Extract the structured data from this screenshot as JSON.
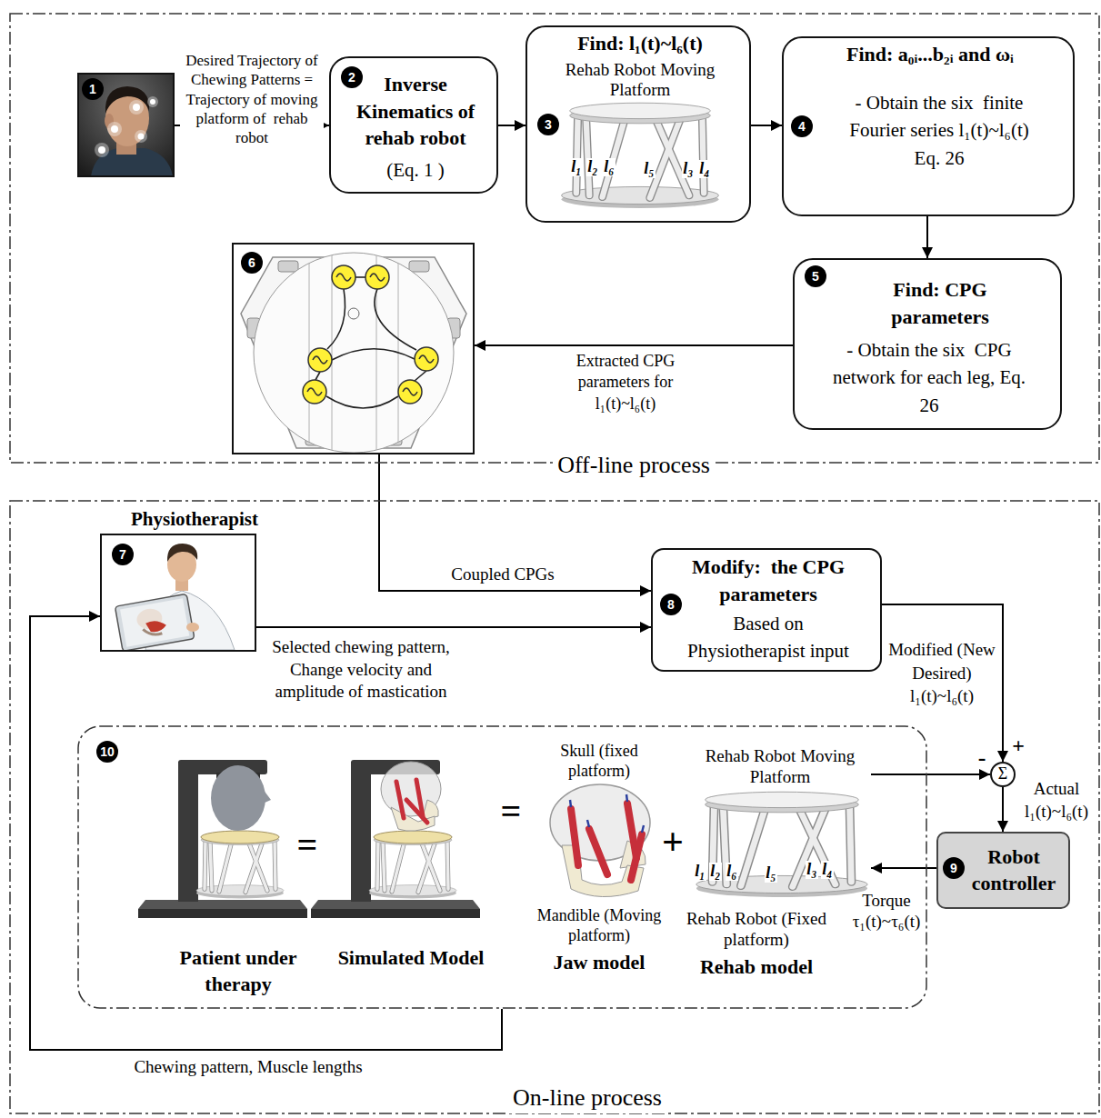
{
  "diagram": {
    "nodes": [
      {
        "text": [
          "Off-line process"
        ]
      },
      {
        "text": [
          "1"
        ],
        "in": 0
      },
      {
        "text": [
          "2",
          "Inverse Kinematics of rehab robot",
          "(Eq. 1 )"
        ],
        "in": 0
      },
      {
        "text": [
          "Find: l₁(t)~l₆(t)",
          "Rehab Robot Moving Platform",
          "3",
          "l₁",
          "l₂",
          "l₆",
          "l₅",
          "l₃",
          "l₄"
        ],
        "in": 0
      },
      {
        "text": [
          "4",
          "Find: a₀ᵢ...b₂ᵢ and ωᵢ",
          "- Obtain the six  finite Fourier series l₁(t)~l₆(t) Eq. 26"
        ],
        "in": 0
      },
      {
        "text": [
          "5",
          "Find: CPG parameters",
          "- Obtain the six  CPG network for each leg, Eq. 26"
        ],
        "in": 0
      },
      {
        "text": [
          "6"
        ],
        "in": 0
      },
      {
        "text": [
          "On-line process"
        ]
      },
      {
        "text": [
          "Physiotherapist",
          "7"
        ],
        "in": 7
      },
      {
        "text": [
          "8",
          "Modify:  the CPG parameters",
          "Based on Physiotherapist input"
        ],
        "in": 7
      },
      {
        "text": [
          "+",
          "-",
          "Σ"
        ],
        "in": 7
      },
      {
        "text": [
          "9",
          "Robot controller"
        ],
        "in": 7
      },
      {
        "text": [
          "10"
        ],
        "in": 7
      },
      {
        "text": [
          "Rehab Robot Moving Platform",
          "l₁",
          "l₂",
          "l₆",
          "l₅",
          "l₃",
          "l₄",
          "Rehab Robot (Fixed platform)",
          "Rehab model"
        ],
        "in": 12
      }
    ],
    "edges": [
      {
        "from": 1,
        "to": 2,
        "arrow": "to",
        "label": "Desired Trajectory of Chewing Patterns = Trajectory of moving platform of  rehab robot"
      },
      {
        "from": 2,
        "to": 3,
        "arrow": "to"
      },
      {
        "from": 3,
        "to": 4,
        "arrow": "to"
      },
      {
        "from": 4,
        "to": 5,
        "arrow": "to"
      },
      {
        "from": 5,
        "to": 6,
        "arrow": "to",
        "label": "Extracted CPG parameters for l₁(t)~l₆(t)"
      },
      {
        "from": 6,
        "to": 9,
        "arrow": "to",
        "label": "Coupled CPGs"
      },
      {
        "from": 8,
        "to": 9,
        "arrow": "to",
        "label": "Selected chewing pattern, Change velocity and amplitude of mastication"
      },
      {
        "from": 9,
        "to": 10,
        "arrow": "to",
        "label": "Modified (New Desired) l₁(t)~l₆(t)"
      },
      {
        "from": 13,
        "to": 10,
        "arrow": "to"
      },
      {
        "from": 10,
        "to": 11,
        "arrow": "to",
        "label": "Actual l₁(t)~l₆(t)"
      },
      {
        "from": 11,
        "to": 13,
        "arrow": "to",
        "label": "Torque τ₁(t)~τ₆(t)"
      },
      {
        "from": 12,
        "to": 8,
        "arrow": "to",
        "label": "Chewing pattern, Muscle lengths"
      }
    ],
    "labels": [
      "Patient under therapy",
      "=",
      "Simulated Model",
      "=",
      "Skull (fixed platform)",
      "Mandible (Moving platform)",
      "Jaw model",
      "+"
    ]
  }
}
